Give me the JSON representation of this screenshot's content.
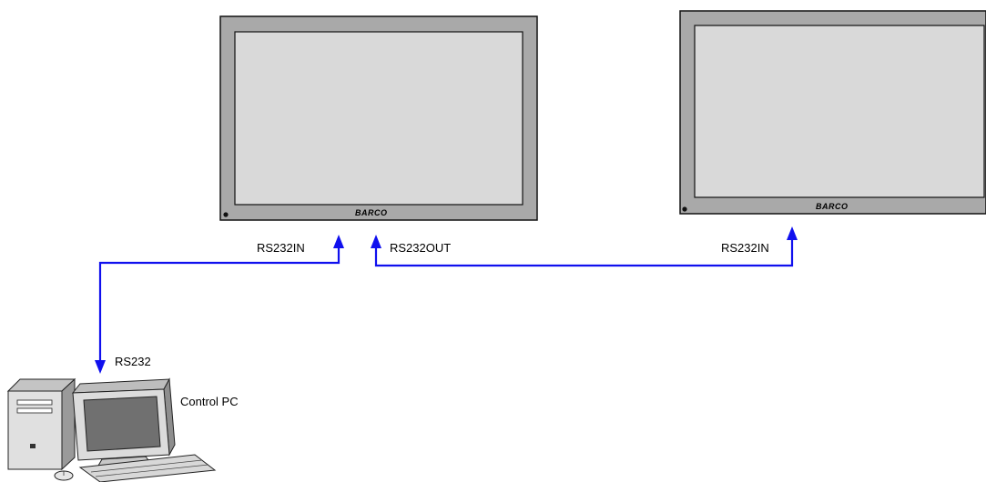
{
  "diagram": {
    "displays": [
      {
        "brand": "BARCO"
      },
      {
        "brand": "BARCO"
      }
    ],
    "connections": {
      "display1_in": "RS232IN",
      "display1_out": "RS232OUT",
      "display2_in": "RS232IN",
      "pc_port": "RS232"
    },
    "pc_label": "Control PC",
    "colors": {
      "cable": "#1010ee",
      "bezel": "#a9a9a9",
      "screen": "#d9d9d9",
      "pc_body": "#e0e0e0",
      "pc_screen": "#707070"
    },
    "icons": [
      "display-icon",
      "computer-icon",
      "arrow-up-icon",
      "arrow-down-icon"
    ]
  }
}
